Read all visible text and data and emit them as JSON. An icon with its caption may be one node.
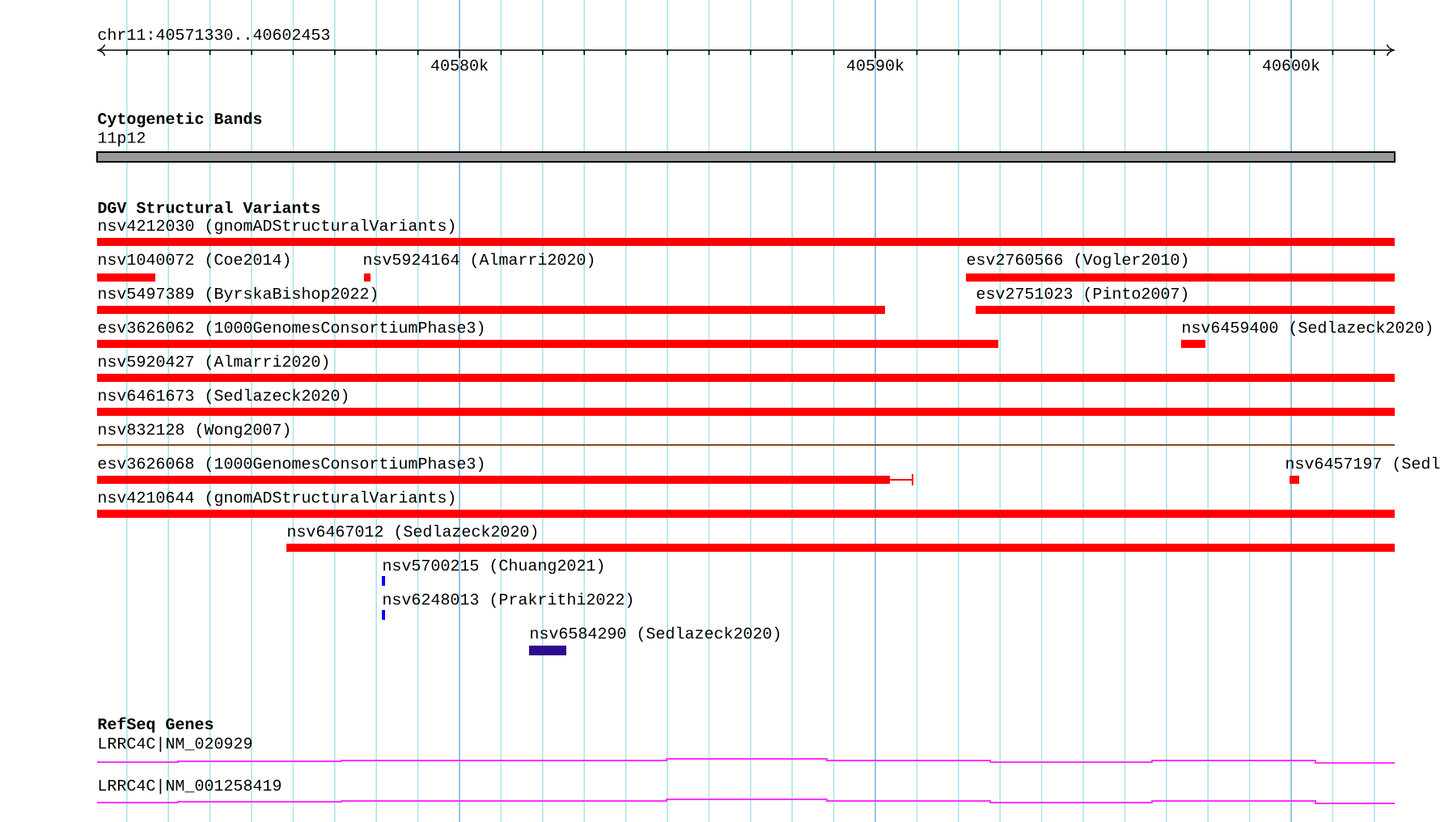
{
  "diagram": {
    "labels": [
      "chr11:40571330..40602453",
      "40580k",
      "40590k",
      "40600k",
      "Cytogenetic Bands",
      "11p12",
      "DGV Structural Variants",
      "nsv4212030 (gnomADStructuralVariants)",
      "nsv1040072 (Coe2014)",
      "nsv5924164 (Almarri2020)",
      "esv2760566 (Vogler2010)",
      "nsv5497389 (ByrskaBishop2022)",
      "esv2751023 (Pinto2007)",
      "esv3626062 (1000GenomesConsortiumPhase3)",
      "nsv6459400 (Sedlazeck2020)",
      "nsv5920427 (Almarri2020)",
      "nsv6461673 (Sedlazeck2020)",
      "nsv832128 (Wong2007)",
      "esv3626068 (1000GenomesConsortiumPhase3)",
      "nsv6457197 (Sedl",
      "nsv4210644 (gnomADStructuralVariants)",
      "nsv6467012 (Sedlazeck2020)",
      "nsv5700215 (Chuang2021)",
      "nsv6248013 (Prakrithi2022)",
      "nsv6584290 (Sedlazeck2020)",
      "RefSeq Genes",
      "LRRC4C|NM_020929",
      "LRRC4C|NM_001258419"
    ]
  }
}
